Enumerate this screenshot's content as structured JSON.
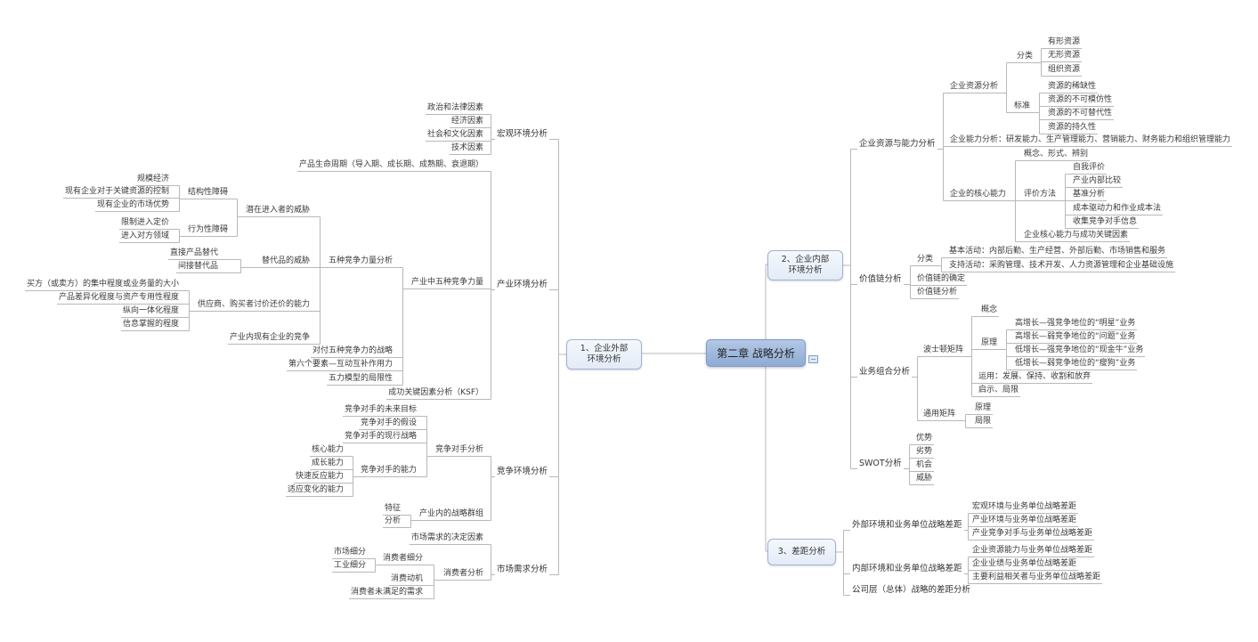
{
  "center": {
    "title": "第二章 战略分析"
  },
  "branches": [
    {
      "label": "1、企业外部\n环境分析",
      "side": "left",
      "children": [
        {
          "label": "宏观环境分析",
          "children": [
            {
              "label": "政治和法律因素"
            },
            {
              "label": "经济因素"
            },
            {
              "label": "社会和文化因素"
            },
            {
              "label": "技术因素"
            }
          ]
        },
        {
          "label": "产业环境分析",
          "children": [
            {
              "label": "产品生命周期（导入期、成长期、成熟期、衰退期）"
            },
            {
              "label": "产业中五种竞争力量",
              "children": [
                {
                  "label": "五种竞争力量分析",
                  "children": [
                    {
                      "label": "潜在进入者的威胁",
                      "children": [
                        {
                          "label": "结构性障碍",
                          "children": [
                            {
                              "label": "规模经济"
                            },
                            {
                              "label": "现有企业对于关键资源的控制"
                            },
                            {
                              "label": "现有企业的市场优势"
                            }
                          ]
                        },
                        {
                          "label": "行为性障碍",
                          "children": [
                            {
                              "label": "限制进入定价"
                            },
                            {
                              "label": "进入对方领域"
                            }
                          ]
                        }
                      ]
                    },
                    {
                      "label": "替代品的威胁",
                      "children": [
                        {
                          "label": "直接产品替代"
                        },
                        {
                          "label": "间接替代品"
                        }
                      ]
                    },
                    {
                      "label": "供应商、购买者讨价还价的能力",
                      "children": [
                        {
                          "label": "买方（或卖方）的集中程度或业务量的大小"
                        },
                        {
                          "label": "产品差异化程度与资产专用性程度"
                        },
                        {
                          "label": "纵向一体化程度"
                        },
                        {
                          "label": "信息掌握的程度"
                        }
                      ]
                    },
                    {
                      "label": "产业内现有企业的竞争"
                    }
                  ]
                },
                {
                  "label": "对付五种竞争力的战略"
                },
                {
                  "label": "第六个要素—互动互补作用力"
                },
                {
                  "label": "五力模型的局限性"
                }
              ]
            },
            {
              "label": "成功关键因素分析（KSF）"
            }
          ]
        },
        {
          "label": "竞争环境分析",
          "children": [
            {
              "label": "竞争对手分析",
              "children": [
                {
                  "label": "竞争对手的未来目标"
                },
                {
                  "label": "竞争对手的假设"
                },
                {
                  "label": "竞争对手的现行战略"
                },
                {
                  "label": "竞争对手的能力",
                  "children": [
                    {
                      "label": "核心能力"
                    },
                    {
                      "label": "成长能力"
                    },
                    {
                      "label": "快速反应能力"
                    },
                    {
                      "label": "适应变化的能力"
                    }
                  ]
                }
              ]
            },
            {
              "label": "产业内的战略群组",
              "children": [
                {
                  "label": "特征"
                },
                {
                  "label": "分析"
                }
              ]
            }
          ]
        },
        {
          "label": "市场需求分析",
          "children": [
            {
              "label": "市场需求的决定因素"
            },
            {
              "label": "消费者分析",
              "children": [
                {
                  "label": "消费者细分",
                  "children": [
                    {
                      "label": "市场细分"
                    },
                    {
                      "label": "工业细分"
                    }
                  ]
                },
                {
                  "label": "消费动机"
                },
                {
                  "label": "消费者未满足的需求"
                }
              ]
            }
          ]
        }
      ]
    },
    {
      "label": "2、企业内部\n环境分析",
      "side": "right",
      "children": [
        {
          "label": "企业资源与能力分析",
          "children": [
            {
              "label": "企业资源分析",
              "children": [
                {
                  "label": "分类",
                  "children": [
                    {
                      "label": "有形资源"
                    },
                    {
                      "label": "无形资源"
                    },
                    {
                      "label": "组织资源"
                    }
                  ]
                },
                {
                  "label": "标准",
                  "children": [
                    {
                      "label": "资源的稀缺性"
                    },
                    {
                      "label": "资源的不可模仿性"
                    },
                    {
                      "label": "资源的不可替代性"
                    },
                    {
                      "label": "资源的持久性"
                    }
                  ]
                }
              ]
            },
            {
              "label": "企业能力分析：研发能力、生产管理能力、营销能力、财务能力和组织管理能力"
            },
            {
              "label": "企业的核心能力",
              "children": [
                {
                  "label": "概念、形式、辨别"
                },
                {
                  "label": "评价方法",
                  "children": [
                    {
                      "label": "自我评价"
                    },
                    {
                      "label": "产业内部比较"
                    },
                    {
                      "label": "基准分析"
                    },
                    {
                      "label": "成本驱动力和作业成本法"
                    },
                    {
                      "label": "收集竞争对手信息"
                    }
                  ]
                },
                {
                  "label": "企业核心能力与成功关键因素"
                }
              ]
            }
          ]
        },
        {
          "label": "价值链分析",
          "children": [
            {
              "label": "分类",
              "children": [
                {
                  "label": "基本活动：内部后勤、生产经营、外部后勤、市场销售和服务"
                },
                {
                  "label": "支持活动：采购管理、技术开发、人力资源管理和企业基础设施"
                }
              ]
            },
            {
              "label": "价值链的确定"
            },
            {
              "label": "价值链分析"
            }
          ]
        },
        {
          "label": "业务组合分析",
          "children": [
            {
              "label": "波士顿矩阵",
              "children": [
                {
                  "label": "概念"
                },
                {
                  "label": "原理",
                  "children": [
                    {
                      "label": "高增长—强竞争地位的“明星”业务"
                    },
                    {
                      "label": "高增长—弱竞争地位的“问题”业务"
                    },
                    {
                      "label": "低增长—强竞争地位的“现金牛”业务"
                    },
                    {
                      "label": "低增长—弱竞争地位的“瘦狗”业务"
                    }
                  ]
                },
                {
                  "label": "运用：发展、保持、收割和放弃"
                },
                {
                  "label": "启示、局限"
                }
              ]
            },
            {
              "label": "通用矩阵",
              "children": [
                {
                  "label": "原理"
                },
                {
                  "label": "局限"
                }
              ]
            }
          ]
        },
        {
          "label": "SWOT分析",
          "children": [
            {
              "label": "优势"
            },
            {
              "label": "劣势"
            },
            {
              "label": "机会"
            },
            {
              "label": "威胁"
            }
          ]
        }
      ]
    },
    {
      "label": "3、差距分析",
      "side": "right",
      "children": [
        {
          "label": "外部环境和业务单位战略差距",
          "children": [
            {
              "label": "宏观环境与业务单位战略差距"
            },
            {
              "label": "产业环境与业务单位战略差距"
            },
            {
              "label": "产业竞争对手与业务单位战略差距"
            }
          ]
        },
        {
          "label": "内部环境和业务单位战略差距",
          "children": [
            {
              "label": "企业资源能力与业务单位战略差距"
            },
            {
              "label": "企业业绩与业务单位战略差距"
            },
            {
              "label": "主要利益相关者与业务单位战略差距"
            }
          ]
        },
        {
          "label": "公司层（总体）战略的差距分析"
        }
      ]
    }
  ]
}
